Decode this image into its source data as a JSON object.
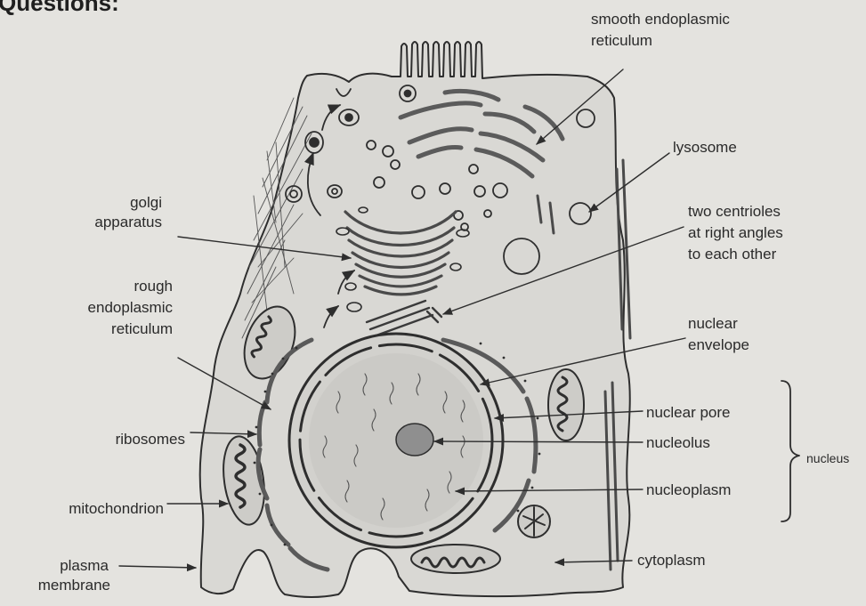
{
  "header": {
    "heading_fragment": "Questions:"
  },
  "labels": {
    "smooth_er": [
      "smooth endoplasmic",
      "reticulum"
    ],
    "lysosome": "lysosome",
    "centrioles": [
      "two centrioles",
      "at right angles",
      "to each other"
    ],
    "golgi": [
      "golgi",
      "apparatus"
    ],
    "rough_er": [
      "rough",
      "endoplasmic",
      "reticulum"
    ],
    "nuclear_envelope": [
      "nuclear",
      "envelope"
    ],
    "ribosomes": "ribosomes",
    "nuclear_pore": "nuclear pore",
    "nucleolus": "nucleolus",
    "nucleus": "nucleus",
    "nucleoplasm": "nucleoplasm",
    "mitochondrion": "mitochondrion",
    "plasma_membrane": [
      "plasma",
      "membrane"
    ],
    "cytoplasm": "cytoplasm"
  },
  "colors": {
    "ink": "#2e2e2e",
    "cell_fill": "#d9d8d4",
    "nucleoplasm_fill": "#cfcecb",
    "nucleolus_fill": "#8f8f8f",
    "background": "#e4e3df"
  }
}
